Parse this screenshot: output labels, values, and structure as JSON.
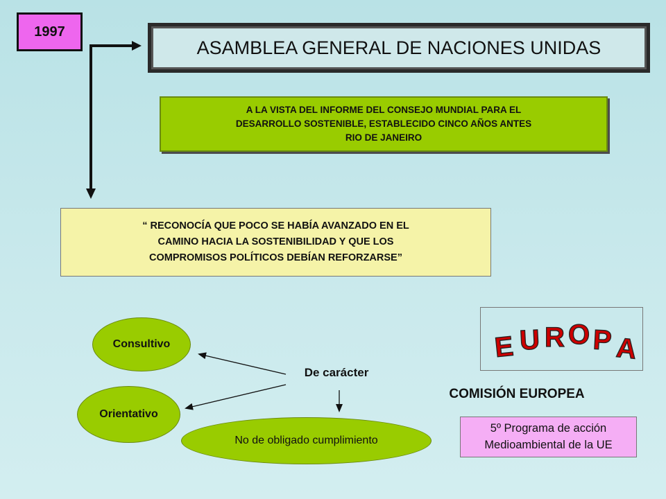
{
  "year": "1997",
  "title": "ASAMBLEA GENERAL DE NACIONES UNIDAS",
  "green_note": {
    "lines": [
      "A LA VISTA DEL INFORME DEL CONSEJO MUNDIAL PARA EL",
      "DESARROLLO SOSTENIBLE, ESTABLECIDO CINCO AÑOS ANTES",
      "RIO DE JANEIRO"
    ]
  },
  "quote": {
    "lines": [
      "“ RECONOCÍA QUE POCO SE HABÍA AVANZADO EN EL",
      "CAMINO HACIA LA SOSTENIBILIDAD Y QUE LOS",
      "COMPROMISOS  POLÍTICOS DEBÍAN REFORZARSE”"
    ]
  },
  "character": {
    "center_label": "De carácter",
    "consultivo": "Consultivo",
    "orientativo": "Orientativo",
    "no_obligado": "No de obligado cumplimiento"
  },
  "europa": {
    "wordart": "EUROPA",
    "letters": [
      "E",
      "U",
      "R",
      "O",
      "P",
      "A"
    ]
  },
  "comision": "COMISIÓN EUROPEA",
  "programa": {
    "lines": [
      "5º Programa de acción",
      "Medioambiental de la UE"
    ]
  },
  "colors": {
    "background": "#c5e7ea",
    "year_box": "#ee66ee",
    "green": "#99cc00",
    "quote_yellow": "#f5f3a8",
    "programa_pink": "#f5aef5",
    "europa_text": "#cc0000"
  }
}
